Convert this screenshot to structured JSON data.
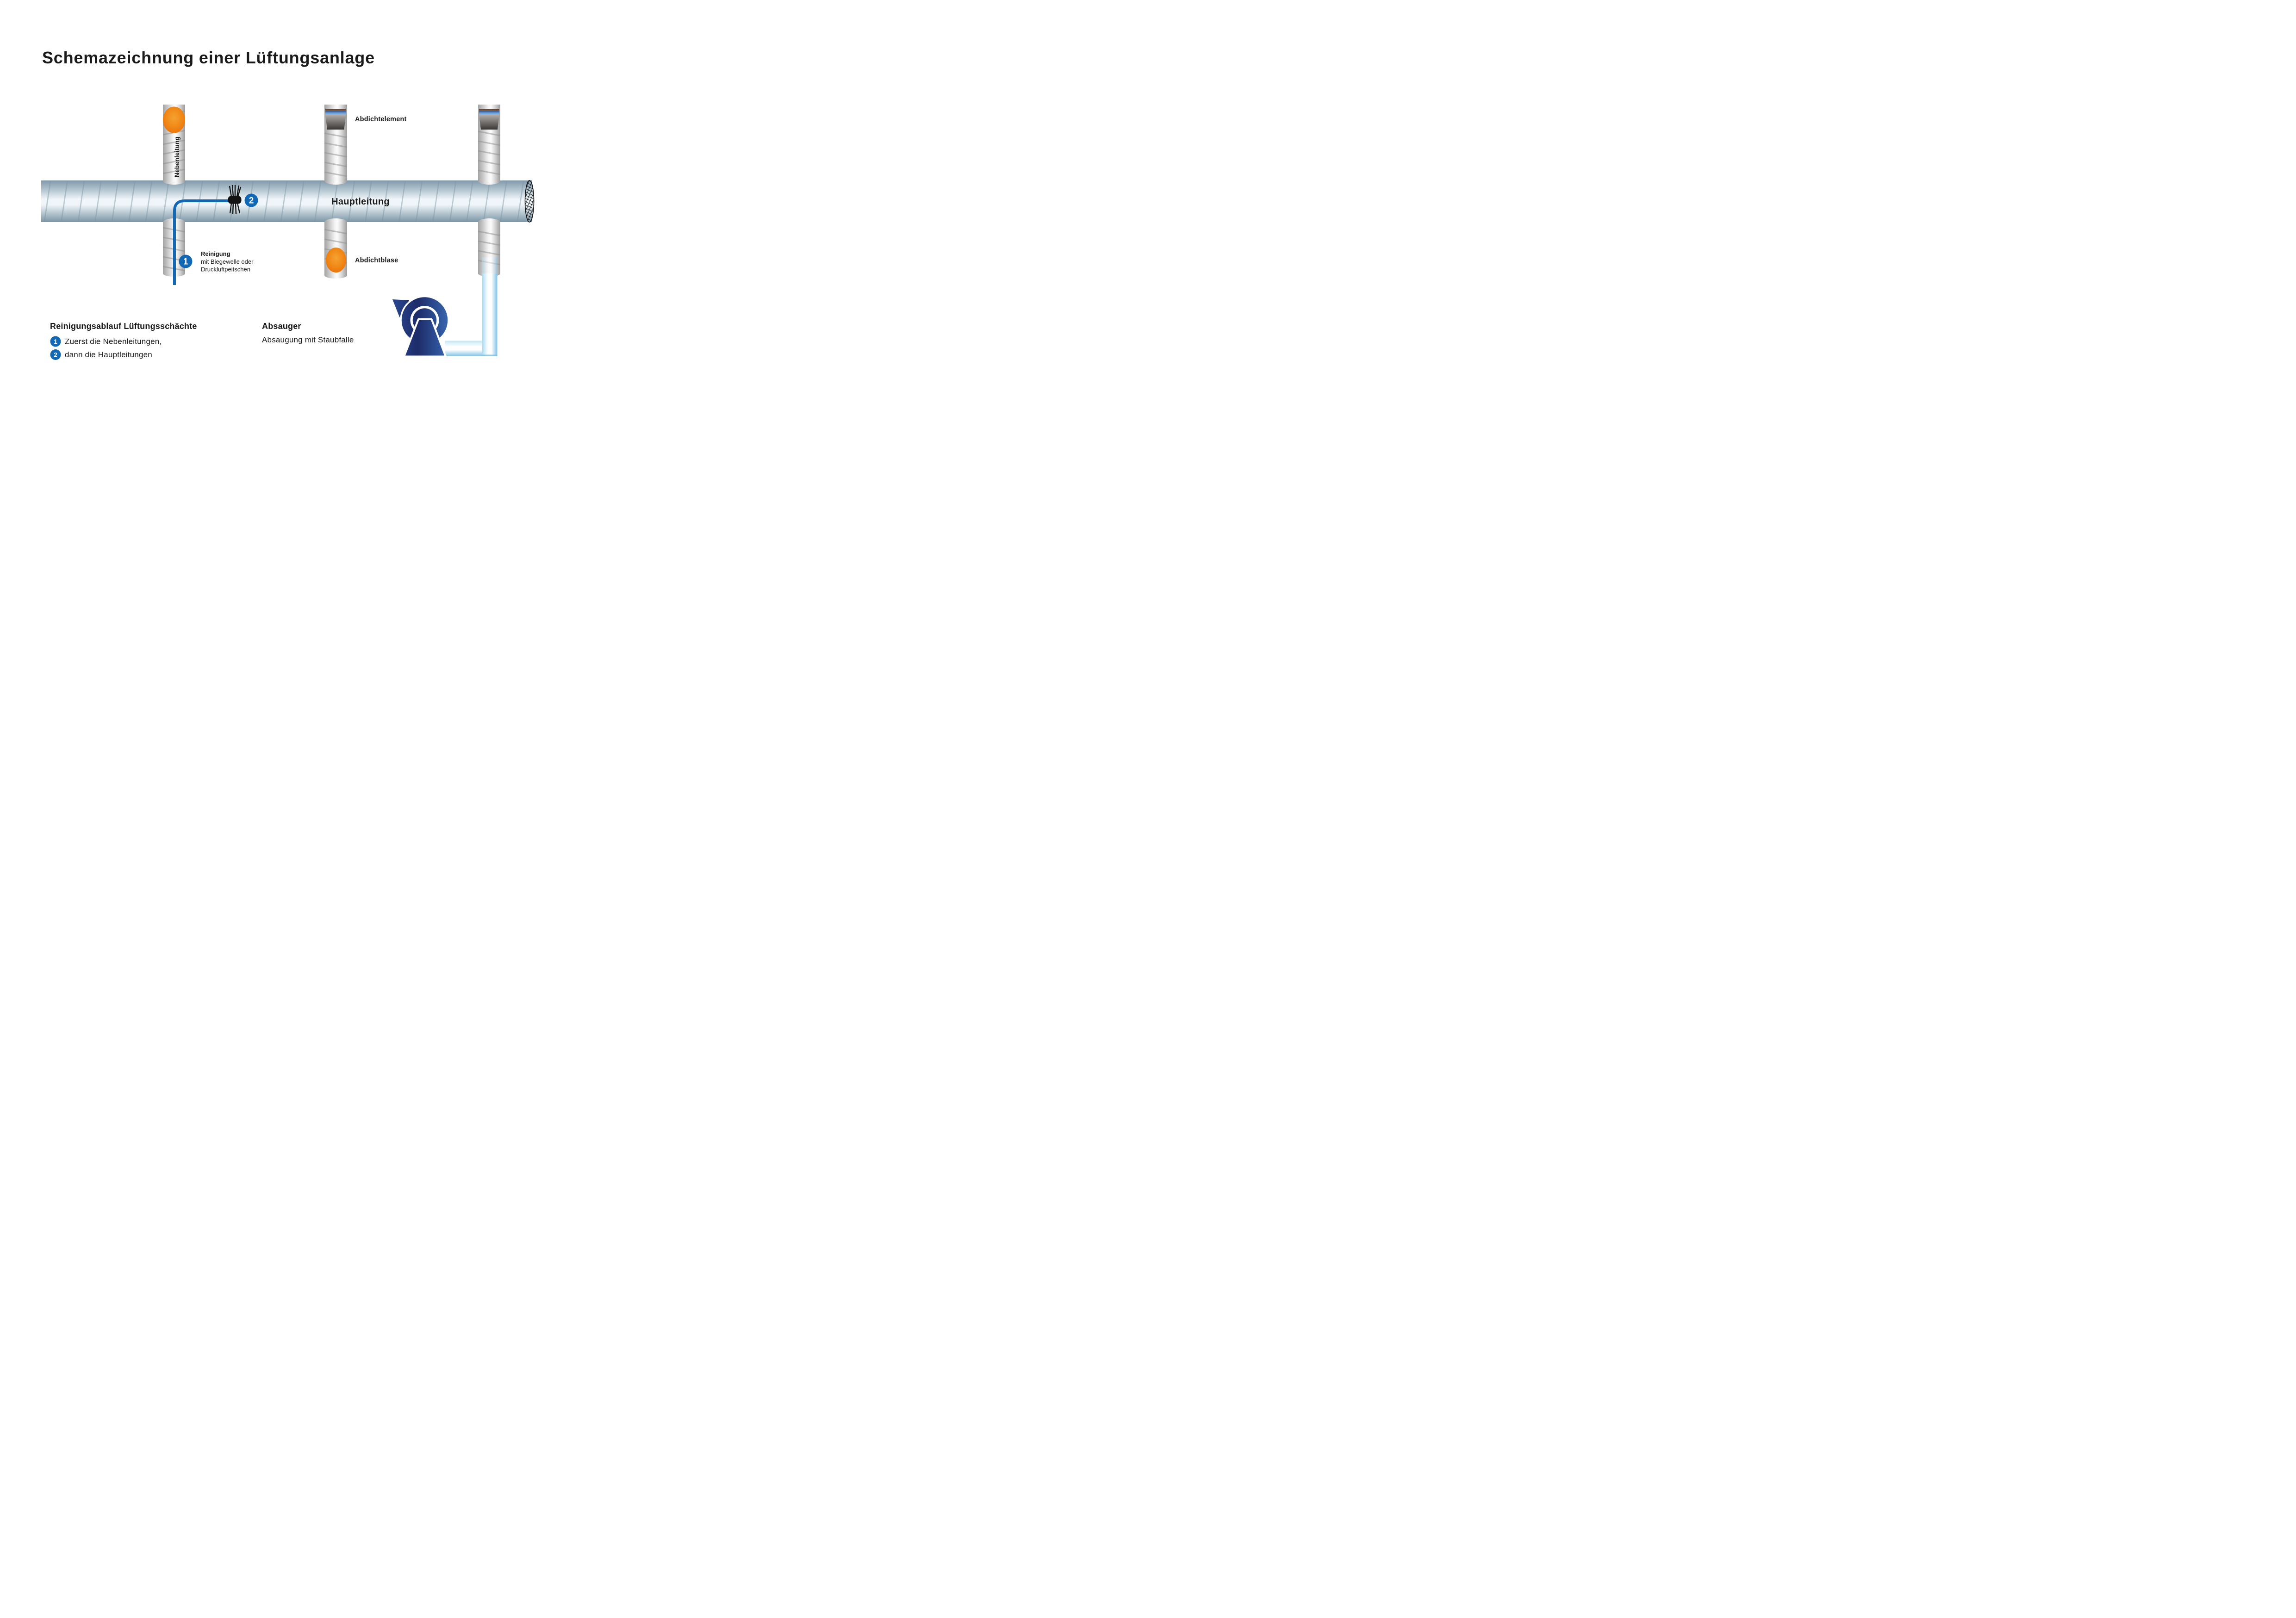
{
  "title": "Schemazeichnung einer Lüftungsanlage",
  "diagram": {
    "branch_pipe_label": "Nebenleitung",
    "main_pipe_label": "Hauptleitung",
    "seal_element_label": "Abdichtelement",
    "seal_bladder_label": "Abdichtblase",
    "cleaning_note": {
      "step_number": "1",
      "title": "Reinigung",
      "line1": "mit Biegewelle oder",
      "line2": "Druckluftpeitschen"
    },
    "main_step_number": "2"
  },
  "legend": {
    "heading": "Reinigungsablauf Lüftungsschächte",
    "steps": [
      {
        "number": "1",
        "text": "Zuerst die Nebenleitungen,"
      },
      {
        "number": "2",
        "text": "dann die Hauptleitungen"
      }
    ]
  },
  "extractor": {
    "heading": "Absauger",
    "description": "Absaugung mit Staubfalle"
  },
  "colors": {
    "accent": "#1268b4",
    "orange_center": "#f6a231",
    "orange_edge": "#ec730c",
    "fan_left": "#2a4890",
    "fan_dark": "#1d2b69",
    "fan_light": "#3767b0",
    "duct_blue": "#a9d9f1",
    "duct_deep": "#7fc2e8"
  }
}
